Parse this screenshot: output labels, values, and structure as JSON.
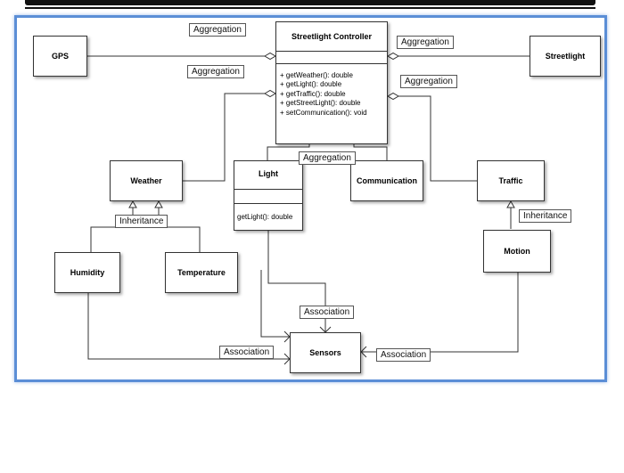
{
  "diagram": {
    "classes": {
      "streetlight_controller": {
        "name": "Streetlight Controller",
        "operations": [
          "+ getWeather(): double",
          "+ getLight(): double",
          "+ getTraffic(): double",
          "+ getStreetLight(): double",
          "+ setCommunication(): void"
        ]
      },
      "gps": {
        "name": "GPS"
      },
      "streetlight": {
        "name": "Streetlight"
      },
      "weather": {
        "name": "Weather"
      },
      "light": {
        "name": "Light",
        "operation": "getLight(): double"
      },
      "communication": {
        "name": "Communication"
      },
      "traffic": {
        "name": "Traffic"
      },
      "humidity": {
        "name": "Humidity"
      },
      "temperature": {
        "name": "Temperature"
      },
      "motion": {
        "name": "Motion"
      },
      "sensors": {
        "name": "Sensors"
      }
    },
    "labels": {
      "aggregation": "Aggregation",
      "inheritance": "Inheritance",
      "association": "Association"
    }
  }
}
